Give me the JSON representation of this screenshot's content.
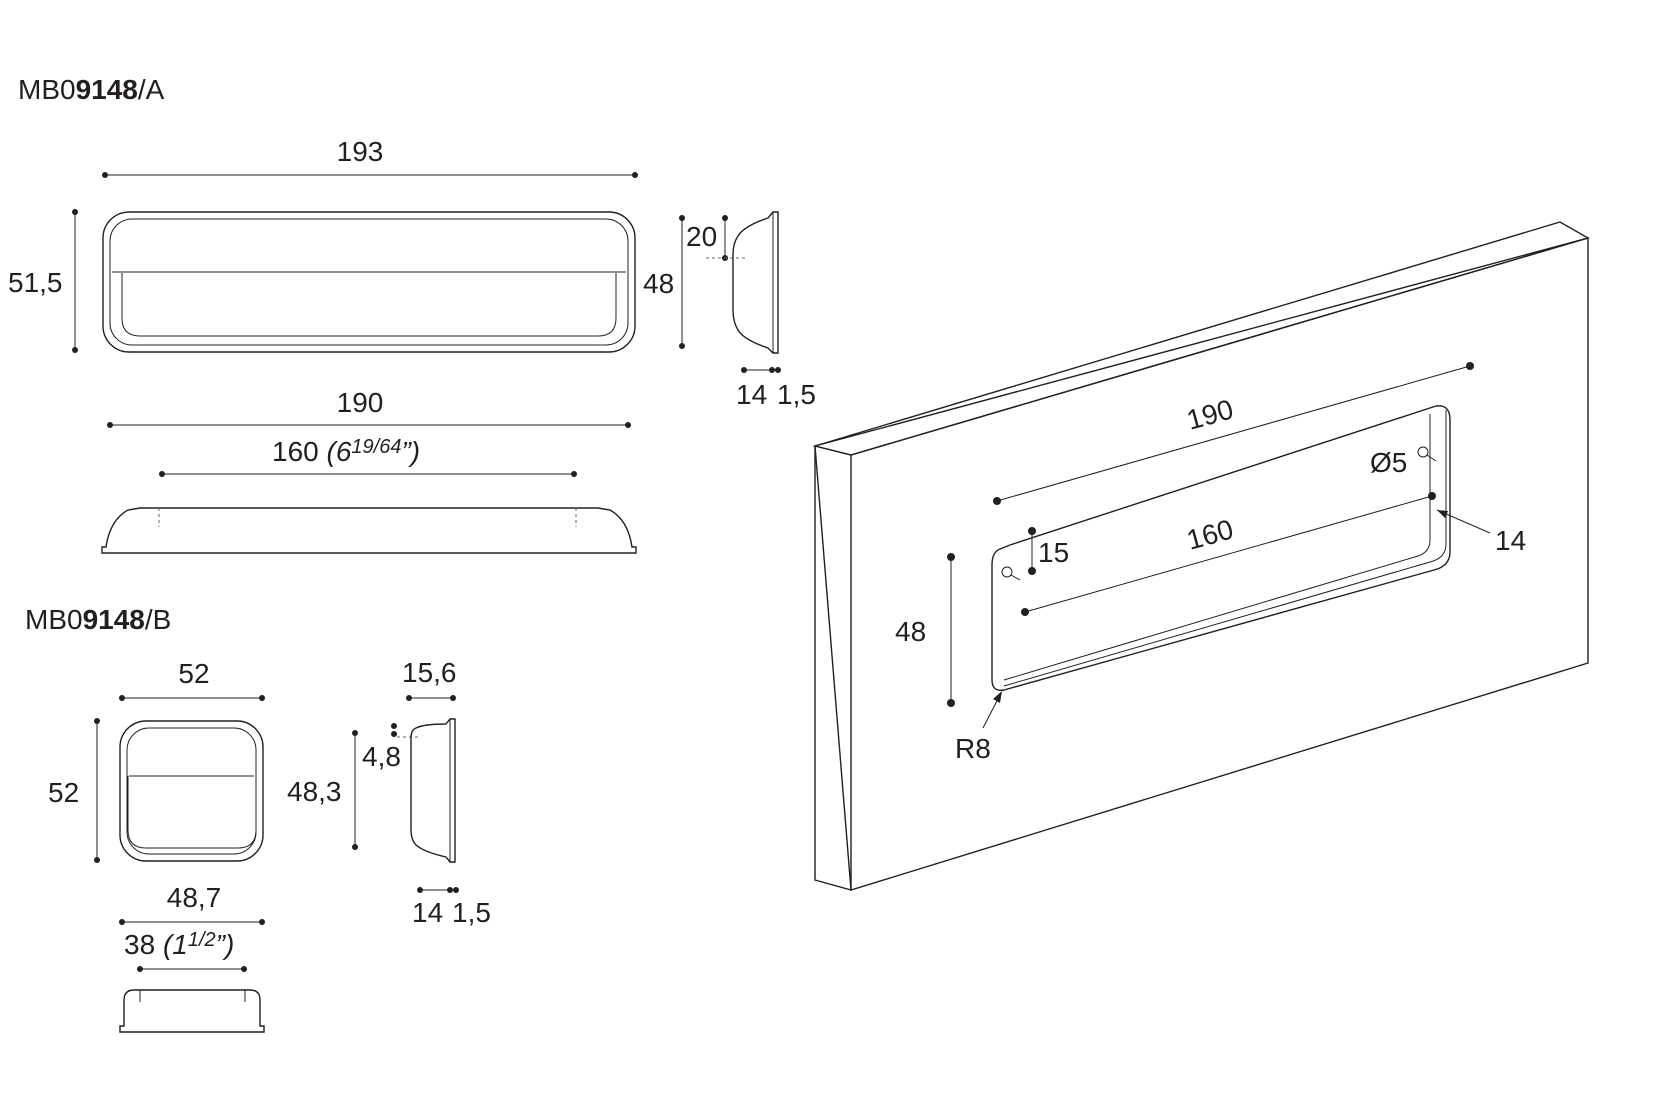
{
  "model_a": {
    "code_prefix": "MB0",
    "code_bold": "9148",
    "code_suffix": "/A",
    "front": {
      "width": "193",
      "height": "51,5"
    },
    "side": {
      "height": "48",
      "top_depth": "20",
      "depth": "14",
      "flange": "1,5"
    },
    "bottom": {
      "length": "190",
      "centers": "160",
      "centers_inch_open": "(6",
      "centers_inch_frac": "19/64",
      "centers_inch_close": "”)"
    }
  },
  "model_b": {
    "code_prefix": "MB0",
    "code_bold": "9148",
    "code_suffix": "/B",
    "front": {
      "width": "52",
      "height": "52"
    },
    "side": {
      "top_width": "15,6",
      "height": "48,3",
      "top_depth": "4,8",
      "depth": "14",
      "flange": "1,5"
    },
    "bottom": {
      "length": "48,7",
      "centers": "38",
      "centers_inch_open": "(1",
      "centers_inch_frac": "1/2",
      "centers_inch_close": "”)"
    }
  },
  "panel": {
    "cut_length": "190",
    "hole_centers": "160",
    "hole_diameter": "Ø5",
    "hole_offset": "15",
    "cut_depth": "14",
    "cut_height": "48",
    "corner_radius": "R8"
  }
}
